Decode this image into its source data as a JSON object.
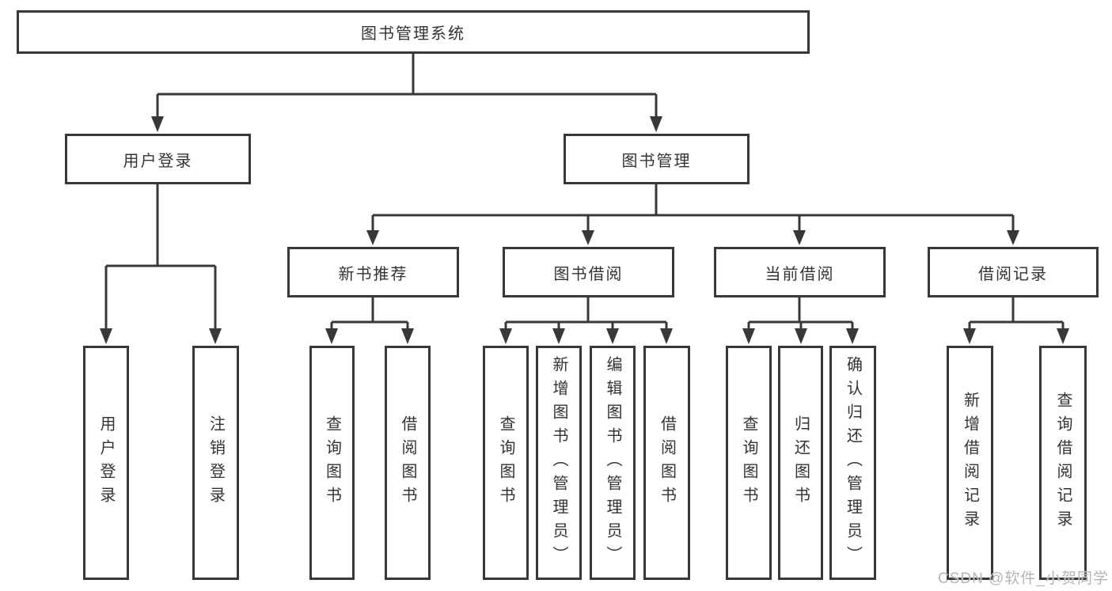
{
  "diagram_type": "functional-structure-tree",
  "tree": {
    "label": "图书管理系统",
    "children": [
      {
        "label": "用户登录",
        "children": [
          {
            "label": "用户登录"
          },
          {
            "label": "注销登录"
          }
        ]
      },
      {
        "label": "图书管理",
        "children": [
          {
            "label": "新书推荐",
            "children": [
              {
                "label": "查询图书"
              },
              {
                "label": "借阅图书"
              }
            ]
          },
          {
            "label": "图书借阅",
            "children": [
              {
                "label": "查询图书"
              },
              {
                "label": "新增图书（管理员）"
              },
              {
                "label": "编辑图书（管理员）"
              },
              {
                "label": "借阅图书"
              }
            ]
          },
          {
            "label": "当前借阅",
            "children": [
              {
                "label": "查询图书"
              },
              {
                "label": "归还图书"
              },
              {
                "label": "确认归还（管理员）"
              }
            ]
          },
          {
            "label": "借阅记录",
            "children": [
              {
                "label": "新增借阅记录"
              },
              {
                "label": "查询借阅记录"
              }
            ]
          }
        ]
      }
    ]
  },
  "watermark": {
    "text": "CSDN @软件_小贺同学"
  },
  "colors": {
    "line": "#383838",
    "box_border": "#383838",
    "text": "#333333",
    "background": "#ffffff",
    "watermark": "#b5b5b5"
  }
}
